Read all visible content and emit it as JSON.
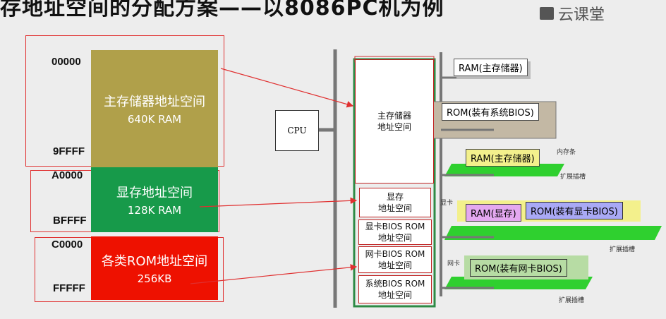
{
  "header": {
    "title": "存地址空间的分配方案——以8086PC机为例",
    "brand": "云课堂"
  },
  "memory_map": {
    "addresses": [
      "00000",
      "9FFFF",
      "A0000",
      "BFFFF",
      "C0000",
      "FFFFF"
    ],
    "blocks": [
      {
        "name": "主存储器地址空间",
        "size": "640K RAM",
        "color": "#b0a04a"
      },
      {
        "name": "显存地址空间",
        "size": "128K RAM",
        "color": "#179a4a"
      },
      {
        "name": "各类ROM地址空间",
        "size": "256KB",
        "color": "#ee1100"
      }
    ]
  },
  "cpu": {
    "label": "CPU"
  },
  "address_space": {
    "segments": [
      "主存储器\n地址空间",
      "显存\n地址空间",
      "显卡BIOS ROM\n地址空间",
      "网卡BIOS ROM\n地址空间",
      "系统BIOS ROM\n地址空间"
    ]
  },
  "hardware": {
    "ram_main_top": "RAM(主存储器)",
    "rom_system": "ROM(装有系统BIOS)",
    "ram_main_stick": "RAM(主存储器)",
    "ram_video": "RAM(显存)",
    "rom_video": "ROM(装有显卡BIOS)",
    "rom_network": "ROM(装有网卡BIOS)"
  },
  "annotations": {
    "memory_stick": "内存条",
    "slot_1": "扩展插槽",
    "slot_2": "扩展插槽",
    "slot_3": "扩展插槽",
    "video_card": "显卡",
    "network_card": "网卡"
  },
  "colors": {
    "arrow": "#e03030",
    "bus": "#777777",
    "slot_green": "#2fd02f",
    "card_yellow": "#f3f08c",
    "card_purple": "#e4a8f0",
    "card_blue": "#a9a9f5",
    "card_green": "#b7dca4",
    "panel_tan": "#c3b8a4"
  }
}
